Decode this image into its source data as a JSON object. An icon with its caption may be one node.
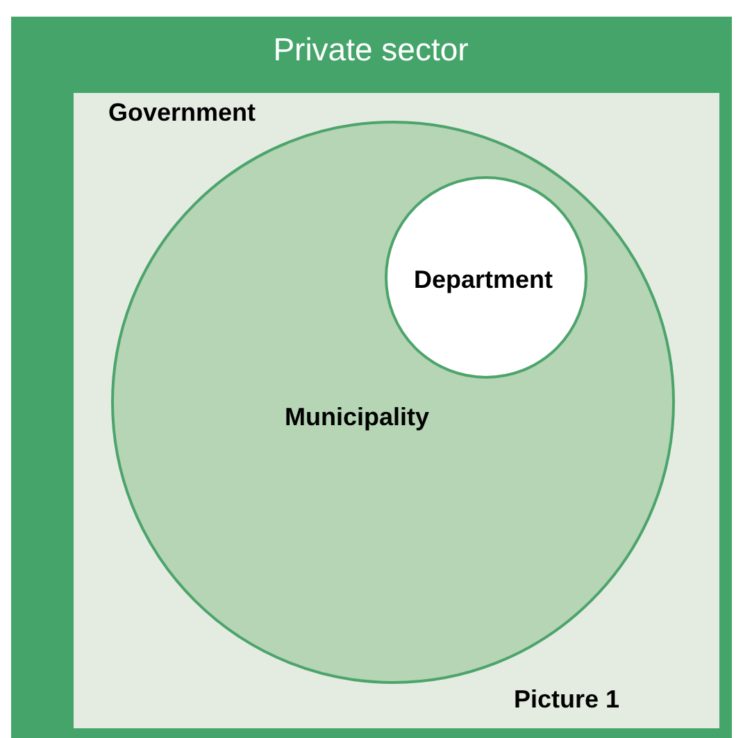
{
  "diagram": {
    "nodes": [
      {
        "text": [
          "Private sector"
        ]
      },
      {
        "text": [
          "Government"
        ],
        "in": 0
      },
      {
        "text": [
          "Municipality"
        ],
        "in": 1
      },
      {
        "text": [
          "Department"
        ],
        "in": 2
      }
    ],
    "labels": [
      "Picture 1"
    ]
  }
}
